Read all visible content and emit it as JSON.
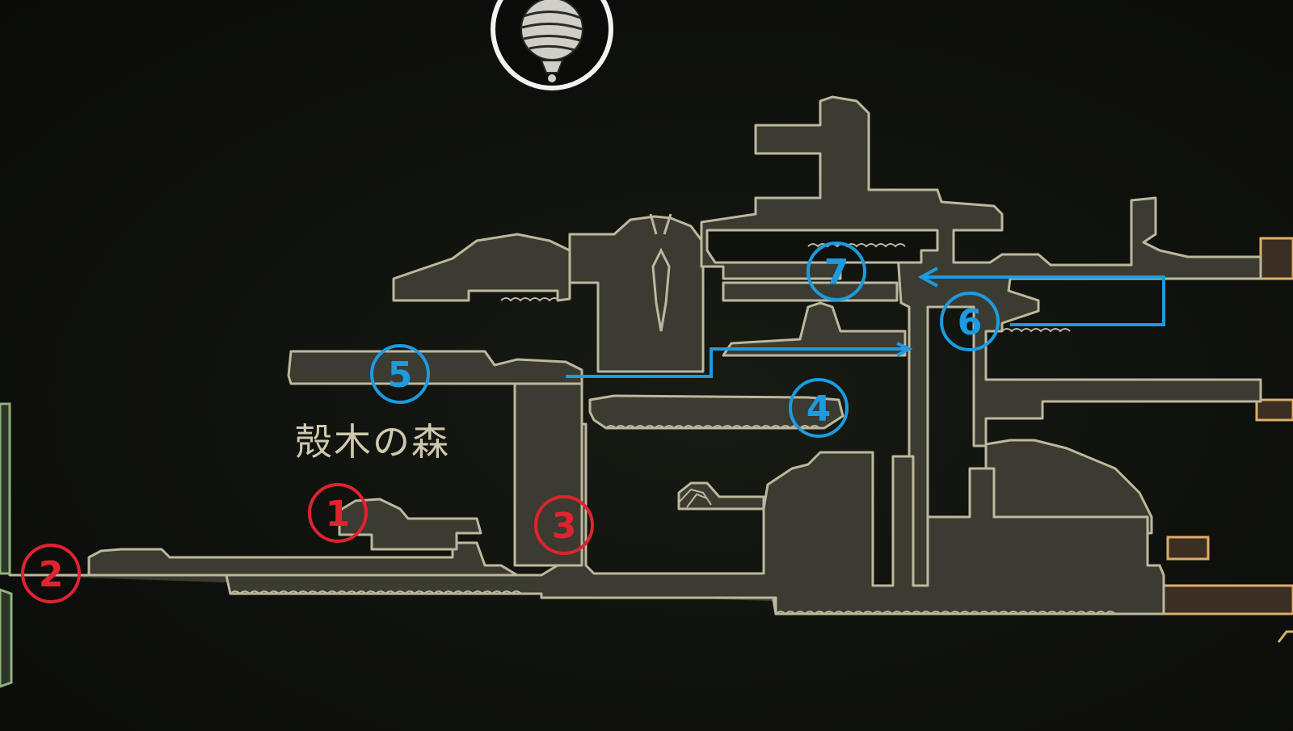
{
  "map": {
    "area_name": "殻木の森",
    "region_icon": "globe-lantern-icon",
    "colors": {
      "route": "#1c9be0",
      "marker_red": "#e0232f",
      "room_fill": "#3b3b31",
      "room_outline": "#bdb79d",
      "neighbor_green": "#8fb27e",
      "neighbor_orange": "#e0ad6a"
    }
  },
  "markers_red": [
    {
      "label": "1"
    },
    {
      "label": "2"
    },
    {
      "label": "3"
    }
  ],
  "markers_blue": [
    {
      "label": "4"
    },
    {
      "label": "5"
    },
    {
      "label": "6"
    },
    {
      "label": "7"
    }
  ]
}
